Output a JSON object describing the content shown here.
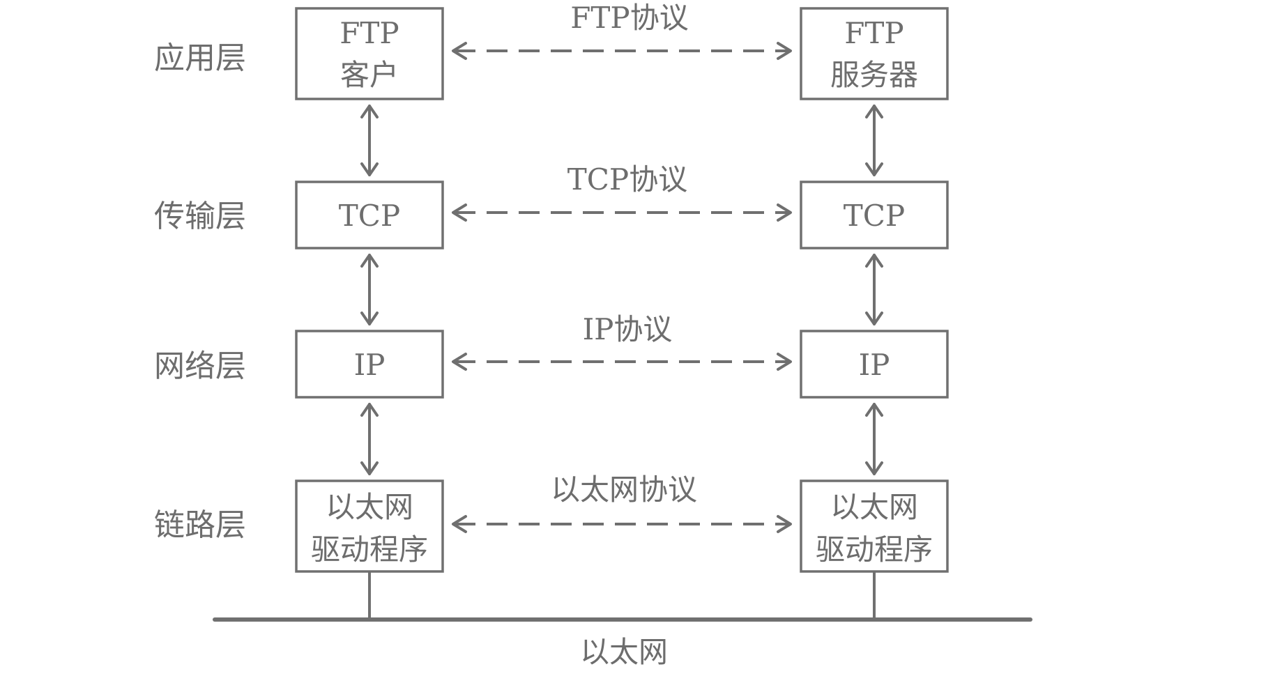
{
  "layers": [
    {
      "label": "应用层"
    },
    {
      "label": "传输层"
    },
    {
      "label": "网络层"
    },
    {
      "label": "链路层"
    }
  ],
  "left_stack": [
    {
      "lines": [
        "FTP",
        "客户"
      ]
    },
    {
      "lines": [
        "TCP"
      ]
    },
    {
      "lines": [
        "IP"
      ]
    },
    {
      "lines": [
        "以太网",
        "驱动程序"
      ]
    }
  ],
  "right_stack": [
    {
      "lines": [
        "FTP",
        "服务器"
      ]
    },
    {
      "lines": [
        "TCP"
      ]
    },
    {
      "lines": [
        "IP"
      ]
    },
    {
      "lines": [
        "以太网",
        "驱动程序"
      ]
    }
  ],
  "protocols": [
    {
      "label": "FTP协议"
    },
    {
      "label": "TCP协议"
    },
    {
      "label": "IP协议"
    },
    {
      "label": "以太网协议"
    }
  ],
  "network": {
    "label": "以太网"
  }
}
